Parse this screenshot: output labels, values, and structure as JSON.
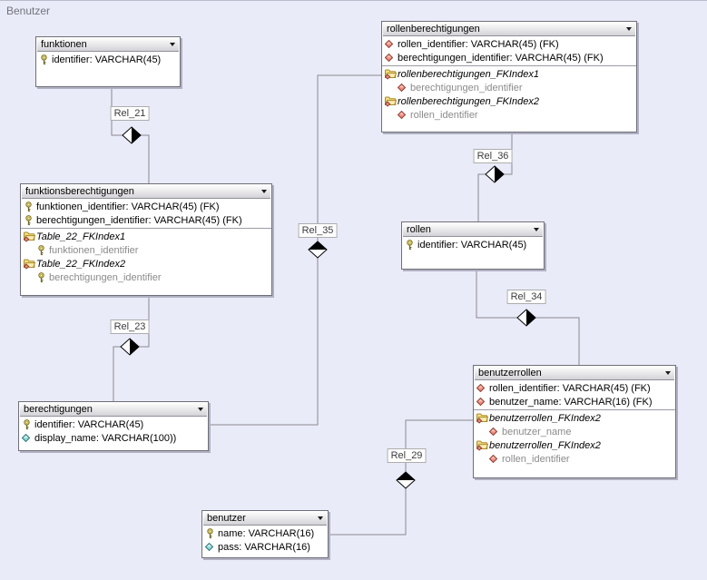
{
  "app": {
    "title": "Benutzer"
  },
  "colors": {
    "canvas_bg": "#E9EBF8",
    "table_border": "#6F6F78",
    "connector": "#8A8A92",
    "pk_key_yellow": "#EDE28A",
    "fk_diamond_red": "#EE8B7C",
    "attribute_diamond_cyan": "#8ED6D6",
    "index_folder_yellow": "#F6DB7F"
  },
  "tables": {
    "funktionen": {
      "title": "funktionen",
      "columns": [
        {
          "icon": "key-icon",
          "text": "identifier: VARCHAR(45)"
        }
      ],
      "indexes": []
    },
    "rollenberechtigungen": {
      "title": "rollenberechtigungen",
      "columns": [
        {
          "icon": "fk-diamond-icon",
          "text": "rollen_identifier: VARCHAR(45) (FK)"
        },
        {
          "icon": "fk-diamond-icon",
          "text": "berechtigungen_identifier: VARCHAR(45) (FK)"
        }
      ],
      "indexes": [
        {
          "name": "rollenberechtigungen_FKIndex1",
          "columns": [
            {
              "icon": "fk-diamond-icon",
              "text": "berechtigungen_identifier"
            }
          ]
        },
        {
          "name": "rollenberechtigungen_FKIndex2",
          "columns": [
            {
              "icon": "fk-diamond-icon",
              "text": "rollen_identifier"
            }
          ]
        }
      ]
    },
    "funktionsberechtigungen": {
      "title": "funktionsberechtigungen",
      "columns": [
        {
          "icon": "key-icon",
          "text": "funktionen_identifier: VARCHAR(45) (FK)"
        },
        {
          "icon": "key-icon",
          "text": "berechtigungen_identifier: VARCHAR(45) (FK)"
        }
      ],
      "indexes": [
        {
          "name": "Table_22_FKIndex1",
          "columns": [
            {
              "icon": "key-icon",
              "text": "funktionen_identifier"
            }
          ]
        },
        {
          "name": "Table_22_FKIndex2",
          "columns": [
            {
              "icon": "key-icon",
              "text": "berechtigungen_identifier"
            }
          ]
        }
      ]
    },
    "rollen": {
      "title": "rollen",
      "columns": [
        {
          "icon": "key-icon",
          "text": "identifier: VARCHAR(45)"
        }
      ],
      "indexes": []
    },
    "berechtigungen": {
      "title": "berechtigungen",
      "columns": [
        {
          "icon": "key-icon",
          "text": "identifier: VARCHAR(45)"
        },
        {
          "icon": "attribute-diamond-icon",
          "text": "display_name: VARCHAR(100))"
        }
      ],
      "indexes": []
    },
    "benutzerrollen": {
      "title": "benutzerrollen",
      "columns": [
        {
          "icon": "fk-diamond-icon",
          "text": "rollen_identifier: VARCHAR(45) (FK)"
        },
        {
          "icon": "fk-diamond-icon",
          "text": "benutzer_name: VARCHAR(16) (FK)"
        }
      ],
      "indexes": [
        {
          "name": "benutzerrollen_FKIndex2",
          "columns": [
            {
              "icon": "fk-diamond-icon",
              "text": "benutzer_name"
            }
          ]
        },
        {
          "name": "benutzerrollen_FKIndex2",
          "columns": [
            {
              "icon": "fk-diamond-icon",
              "text": "rollen_identifier"
            }
          ]
        }
      ]
    },
    "benutzer": {
      "title": "benutzer",
      "columns": [
        {
          "icon": "key-icon",
          "text": "name: VARCHAR(16)"
        },
        {
          "icon": "attribute-diamond-icon",
          "text": "pass: VARCHAR(16)"
        }
      ],
      "indexes": []
    }
  },
  "relations": {
    "rel_21": {
      "label": "Rel_21"
    },
    "rel_23": {
      "label": "Rel_23"
    },
    "rel_29": {
      "label": "Rel_29"
    },
    "rel_34": {
      "label": "Rel_34"
    },
    "rel_35": {
      "label": "Rel_35"
    },
    "rel_36": {
      "label": "Rel_36"
    }
  }
}
